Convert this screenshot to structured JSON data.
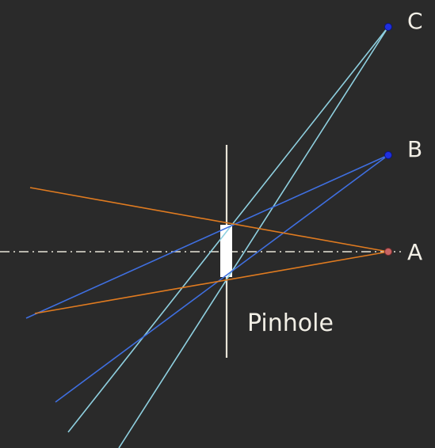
{
  "diagram": {
    "labels": {
      "point_a": "A",
      "point_b": "B",
      "point_c": "C",
      "pinhole": "Pinhole"
    },
    "colors": {
      "background": "#2a2a2a",
      "axis": "#e8e4d8",
      "screen": "#e8e4d8",
      "aperture": "#ffffff",
      "rays_a": "#e07b20",
      "rays_b": "#3f6fe0",
      "rays_c": "#8fd0e0",
      "point_a": "#c86464",
      "point_b": "#1f2fe0",
      "point_c": "#1f2fe0"
    }
  }
}
